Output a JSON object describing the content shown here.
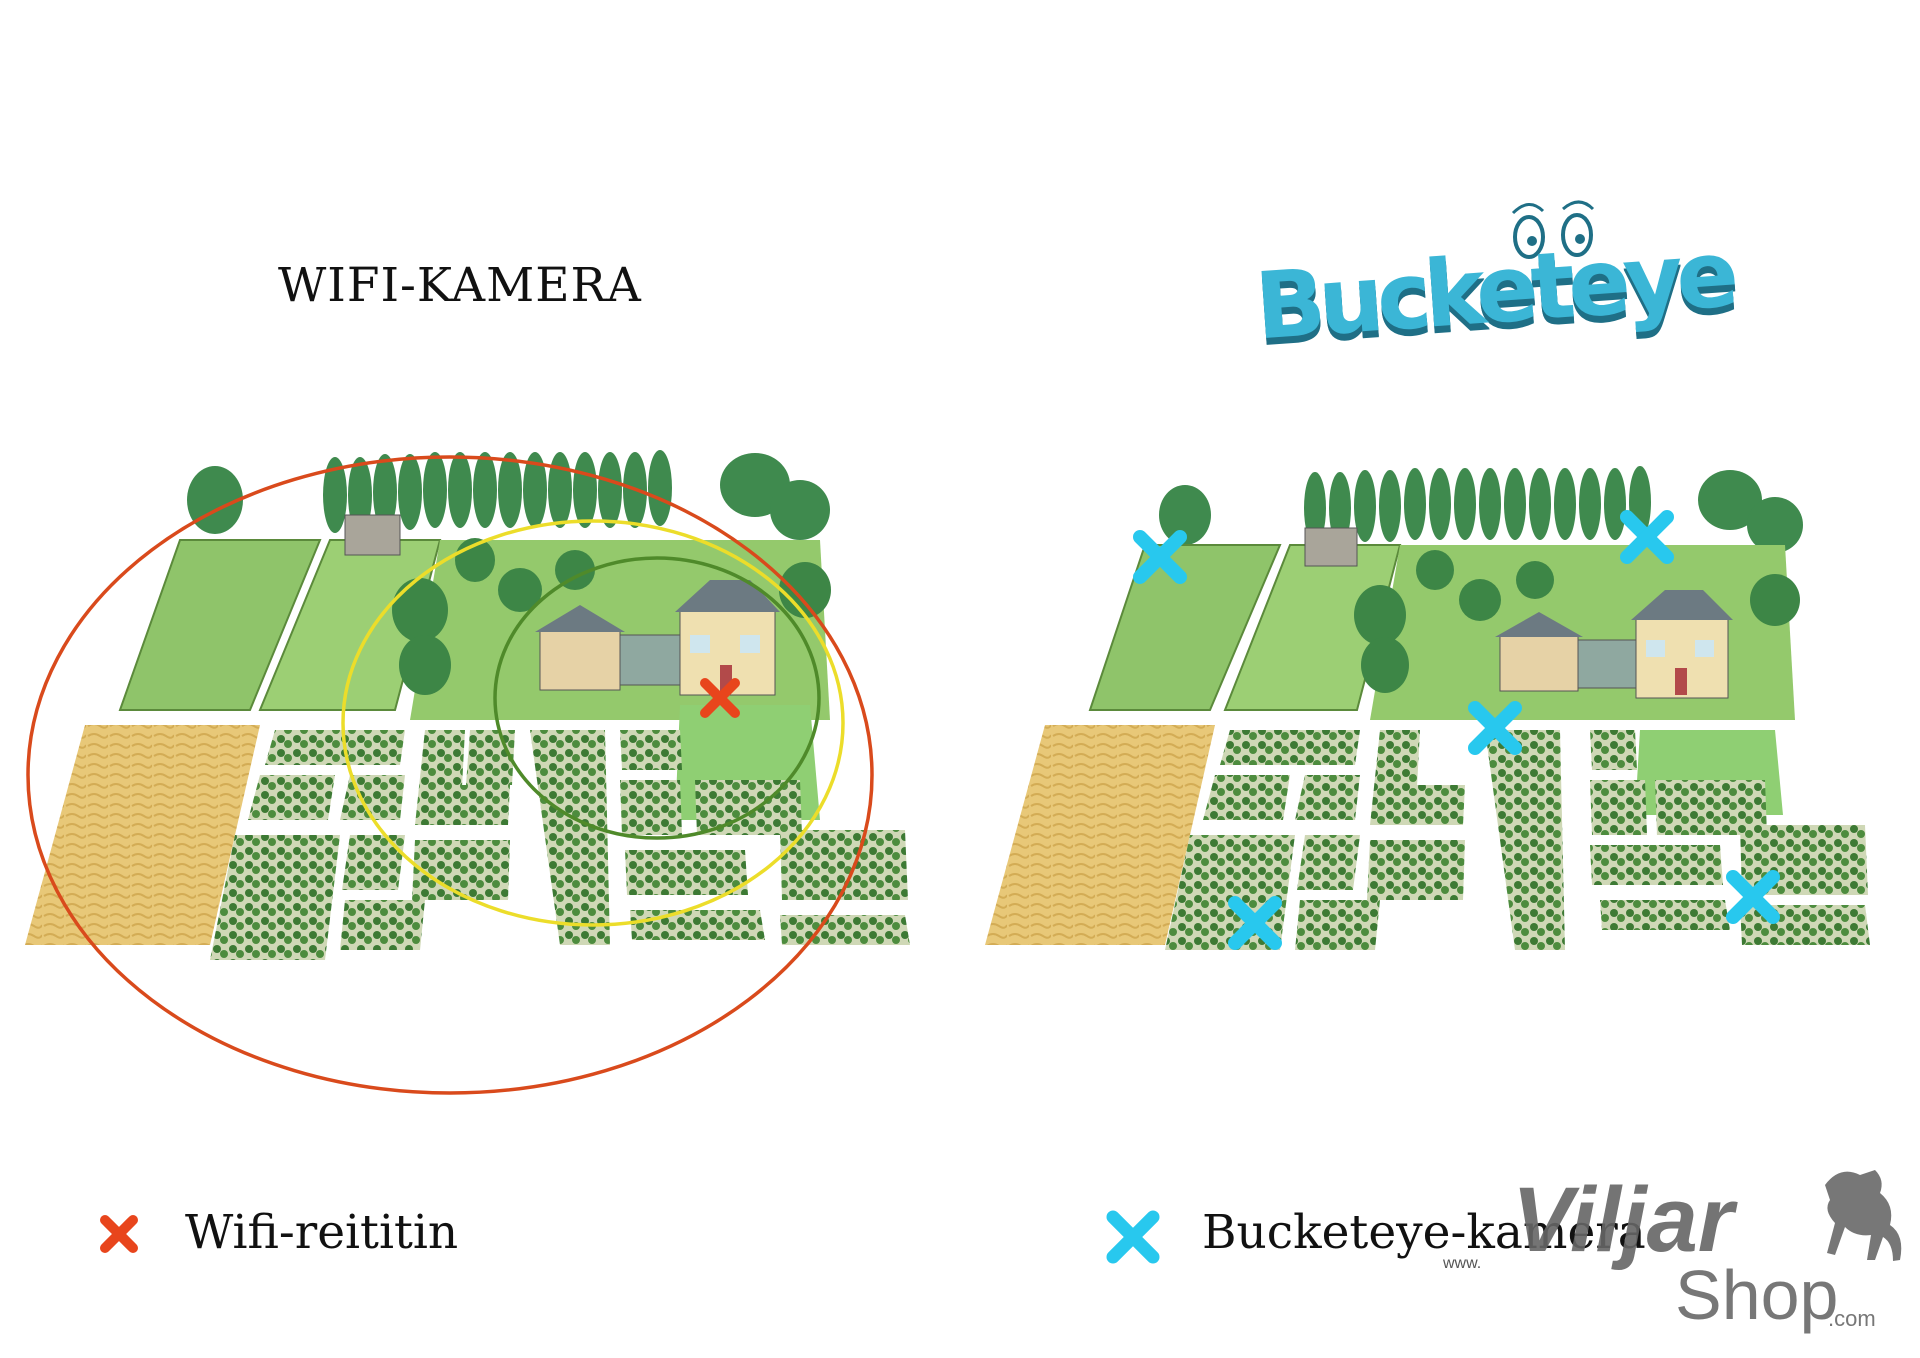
{
  "left_panel": {
    "title": "WIFI-KAMERA",
    "legend_label": "Wifi-reititin",
    "marker_color": "#e8451c",
    "range_colors": [
      "#d94a1c",
      "#ecdd2a",
      "#4f8a2a"
    ]
  },
  "right_panel": {
    "brand": "Bucketeye",
    "brand_color": "#3bb6d6",
    "legend_label": "Bucketeye-kamera",
    "marker_color": "#28c8ee"
  },
  "watermark": {
    "prefix": "www.",
    "name": "Viljar",
    "suffix": "Shop",
    "domain": ".com"
  },
  "icons": {
    "router_marker": "x-mark-icon",
    "camera_marker": "x-mark-icon",
    "horse": "horse-icon"
  }
}
